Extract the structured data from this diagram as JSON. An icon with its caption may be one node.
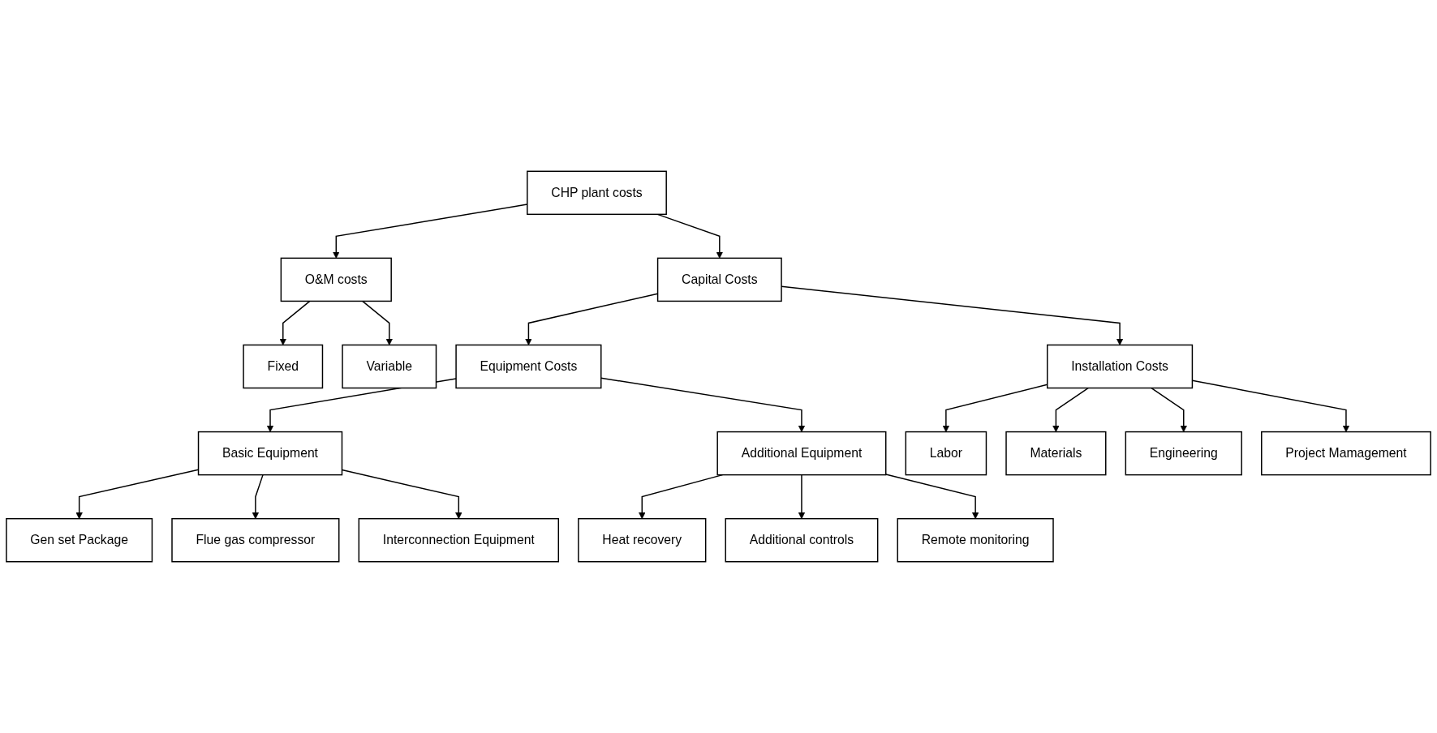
{
  "diagram": {
    "nodes": [
      {
        "text": [
          "CHP plant costs"
        ]
      },
      {
        "text": [
          "Capital Costs"
        ]
      },
      {
        "text": [
          "O&M costs"
        ]
      },
      {
        "text": [
          "Fixed"
        ]
      },
      {
        "text": [
          "Variable"
        ]
      },
      {
        "text": [
          "Equipment Costs"
        ]
      },
      {
        "text": [
          "Installation Costs"
        ]
      },
      {
        "text": [
          "Basic Equipment"
        ]
      },
      {
        "text": [
          "Additional Equipment"
        ]
      },
      {
        "text": [
          "Labor"
        ]
      },
      {
        "text": [
          "Materials"
        ]
      },
      {
        "text": [
          "Engineering"
        ]
      },
      {
        "text": [
          "Project Mamagement"
        ]
      },
      {
        "text": [
          "Gen set Package"
        ]
      },
      {
        "text": [
          "Flue gas compressor"
        ]
      },
      {
        "text": [
          "Interconnection Equipment"
        ]
      },
      {
        "text": [
          "Heat recovery"
        ]
      },
      {
        "text": [
          "Additional controls"
        ]
      },
      {
        "text": [
          "Remote monitoring"
        ]
      }
    ],
    "edges": [
      {
        "from": 0,
        "to": 1,
        "arrow": "to"
      },
      {
        "from": 0,
        "to": 2,
        "arrow": "to"
      },
      {
        "from": 2,
        "to": 3,
        "arrow": "to"
      },
      {
        "from": 2,
        "to": 4,
        "arrow": "to"
      },
      {
        "from": 1,
        "to": 5,
        "arrow": "to"
      },
      {
        "from": 1,
        "to": 6,
        "arrow": "to"
      },
      {
        "from": 5,
        "to": 7,
        "arrow": "to"
      },
      {
        "from": 5,
        "to": 8,
        "arrow": "to"
      },
      {
        "from": 6,
        "to": 9,
        "arrow": "to"
      },
      {
        "from": 6,
        "to": 10,
        "arrow": "to"
      },
      {
        "from": 6,
        "to": 11,
        "arrow": "to"
      },
      {
        "from": 6,
        "to": 12,
        "arrow": "to"
      },
      {
        "from": 7,
        "to": 13,
        "arrow": "to"
      },
      {
        "from": 7,
        "to": 14,
        "arrow": "to"
      },
      {
        "from": 7,
        "to": 15,
        "arrow": "to"
      },
      {
        "from": 8,
        "to": 16,
        "arrow": "to"
      },
      {
        "from": 8,
        "to": 17,
        "arrow": "to"
      },
      {
        "from": 8,
        "to": 18,
        "arrow": "to"
      }
    ]
  }
}
